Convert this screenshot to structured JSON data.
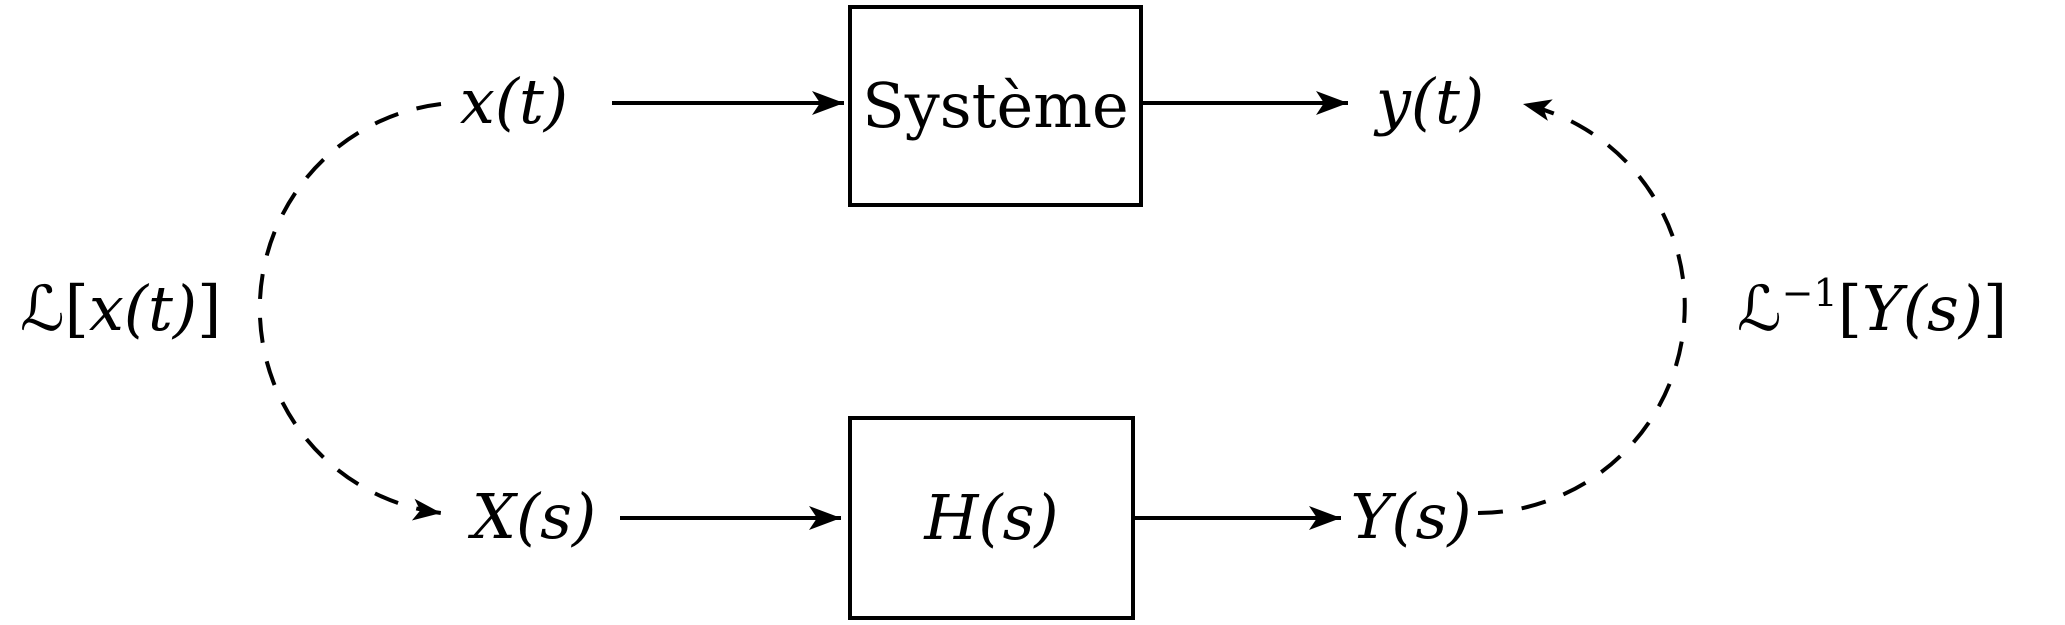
{
  "diagram": {
    "title_semantic": "laplace-transform-system-equivalence",
    "ink_color": "#000000",
    "background_color": "#ffffff",
    "top_row": {
      "input_label": "x(t)",
      "box_label": "Système",
      "output_label": "y(t)"
    },
    "bottom_row": {
      "input_label": "X(s)",
      "box_label": "H(s)",
      "output_label": "Y(s)"
    },
    "left_transform": {
      "operator": "ℒ",
      "bracket_open": "[",
      "argument": "x(t)",
      "bracket_close": "]"
    },
    "right_transform": {
      "operator": "ℒ",
      "superscript": "−1",
      "bracket_open": "[",
      "argument": "Y(s)",
      "bracket_close": "]"
    }
  }
}
